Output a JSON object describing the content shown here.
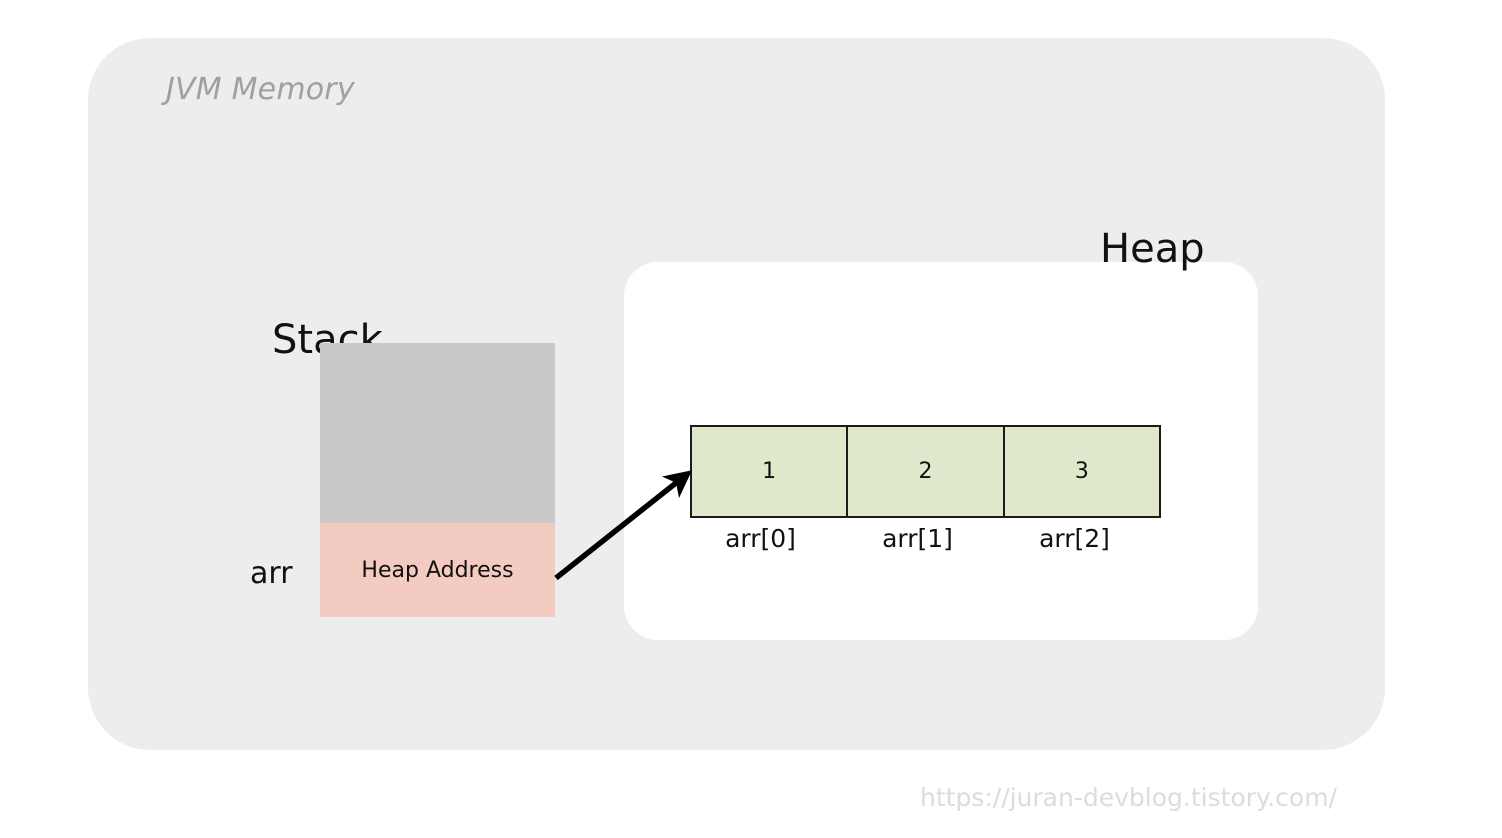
{
  "diagram": {
    "title": "JVM Memory",
    "colors": {
      "outer_background": "#ededed",
      "heap_background": "#ffffff",
      "stack_free": "#c9c9c9",
      "stack_slot": "#f4cbc0",
      "array_cell": "#dfe8cb",
      "array_border": "#1b1b1b",
      "title_text": "#a0a0a0",
      "footer_text": "#dcdcdc"
    }
  },
  "stack": {
    "label": "Stack",
    "variable_name": "arr",
    "slot_label": "Heap Address"
  },
  "heap": {
    "label": "Heap",
    "array": {
      "values": [
        "1",
        "2",
        "3"
      ],
      "index_labels": [
        "arr[0]",
        "arr[1]",
        "arr[2]"
      ]
    }
  },
  "pointer": {
    "name": "heap-reference-arrow",
    "from": "Heap Address",
    "to": "arr[0]"
  },
  "footer": {
    "url": "https://juran-devblog.tistory.com/"
  }
}
